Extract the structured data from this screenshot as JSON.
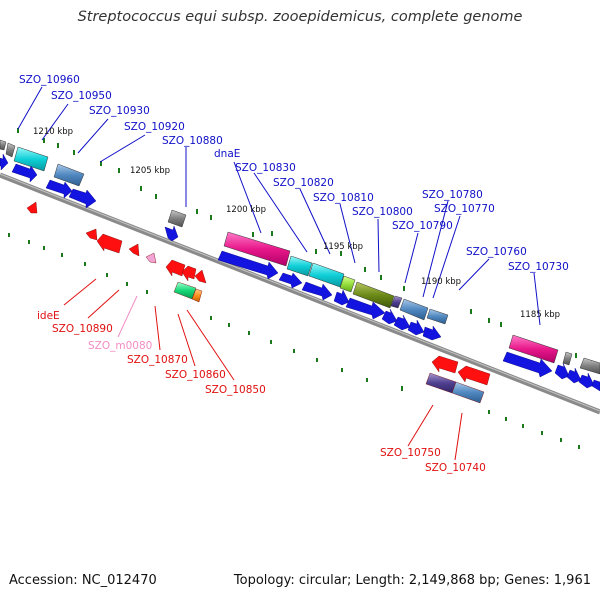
{
  "header": {
    "title": "Streptococcus equi subsp. zooepidemicus, complete genome"
  },
  "footer": {
    "accession": "Accession: NC_012470",
    "summary": "Topology: circular; Length: 2,149,868 bp; Genes: 1,961"
  },
  "colors": {
    "backbone": "#8a8a8a",
    "forward_label": "#1010c8",
    "reverse_label": "#e01010",
    "rna_label": "#f48cc4",
    "tick": "#1a7a1a"
  },
  "kbp_labels": [
    "1210 kbp",
    "1205 kbp",
    "1200 kbp",
    "1195 kbp",
    "1190 kbp",
    "1185 kbp"
  ],
  "gene_labels": {
    "forward": [
      "SZO_10960",
      "SZO_10950",
      "SZO_10930",
      "SZO_10920",
      "SZO_10880",
      "dnaE",
      "SZO_10830",
      "SZO_10820",
      "SZO_10810",
      "SZO_10800",
      "SZO_10790",
      "SZO_10780",
      "SZO_10770",
      "SZO_10760",
      "SZO_10730"
    ],
    "reverse": [
      "ideE",
      "SZO_10890",
      "SZO_m0080",
      "SZO_10870",
      "SZO_10860",
      "SZO_10850",
      "SZO_10750",
      "SZO_10740"
    ]
  }
}
